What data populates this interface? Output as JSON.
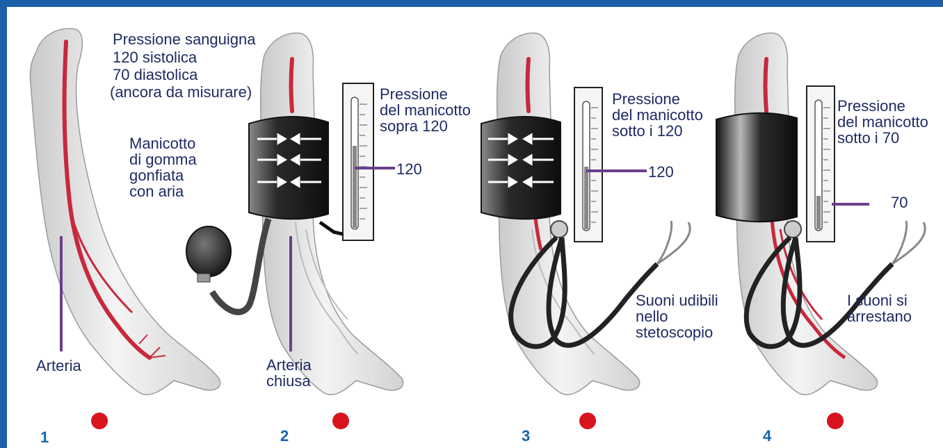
{
  "colors": {
    "frame": "#1a5fa8",
    "label_text": "#1e2a63",
    "pointer": "#6b3f8c",
    "artery": "#c8283c",
    "dot": "#d8141e",
    "cuff": "#1c1c1c",
    "step_number": "#1565b0"
  },
  "icons": [
    "arm-icon",
    "cuff-icon",
    "bulb-icon",
    "manometer-icon",
    "stethoscope-icon",
    "arrow-icon",
    "dot-icon"
  ],
  "panels": [
    {
      "step": "1",
      "labels": {
        "pressure_title": "Pressione sanguigna",
        "systolic": "120 sistolica",
        "diastolic": "70 diastolica",
        "note": "(ancora da misurare)",
        "cuff": "Manicotto\ndi gomma\ngonfiata\ncon aria",
        "artery": "Arteria"
      }
    },
    {
      "step": "2",
      "labels": {
        "cuff_pressure": "Pressione\ndel manicotto\nsopra 120",
        "reading": "120",
        "artery": "Arteria\nchiusa"
      },
      "gauge_level": 120
    },
    {
      "step": "3",
      "labels": {
        "cuff_pressure": "Pressione\ndel manicotto\nsotto i 120",
        "reading": "120",
        "sounds": "Suoni udibili\nnello\nstetoscopio"
      },
      "gauge_level": 120
    },
    {
      "step": "4",
      "labels": {
        "cuff_pressure": "Pressione\ndel manicotto\nsotto i 70",
        "reading": "70",
        "sounds": "I suoni si\narrestano"
      },
      "gauge_level": 70
    }
  ]
}
